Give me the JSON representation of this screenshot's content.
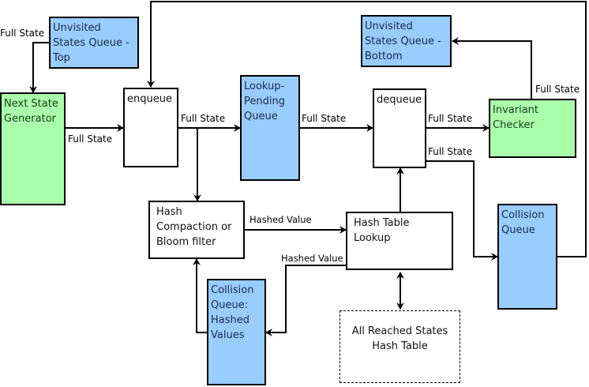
{
  "nodes": {
    "unvisited_top": "Unvisited States Queue - Top",
    "next_state_gen": "Next State Generator",
    "enqueue": "enqueue",
    "lookup_pending": "Lookup-Pending Queue",
    "dequeue": "dequeue",
    "unvisited_bottom": "Unvisited States Queue - Bottom",
    "invariant_checker": "Invariant Checker",
    "hash_compaction": "Hash Compaction or Bloom filter",
    "hash_table_lookup": "Hash Table Lookup",
    "collision_queue_hashed": "Collision Queue: Hashed Values",
    "collision_queue": "Collision Queue",
    "all_reached": "All Reached States Hash Table"
  },
  "edge_labels": {
    "top_to_gen": "Full State",
    "gen_to_enqueue": "Full State",
    "enqueue_to_lookup": "Full State",
    "lookup_to_dequeue": "Full State",
    "dequeue_to_invariant": "Full State",
    "dequeue_to_collision": "Full State",
    "invariant_to_bottom": "Full State",
    "hash_to_lookup": "Hashed Value",
    "lookup_to_collision_hashed": "Hashed Value"
  },
  "colors": {
    "queue": "#99ccff",
    "process": "#aaffaa",
    "plain": "#ffffff",
    "line": "#000000"
  }
}
